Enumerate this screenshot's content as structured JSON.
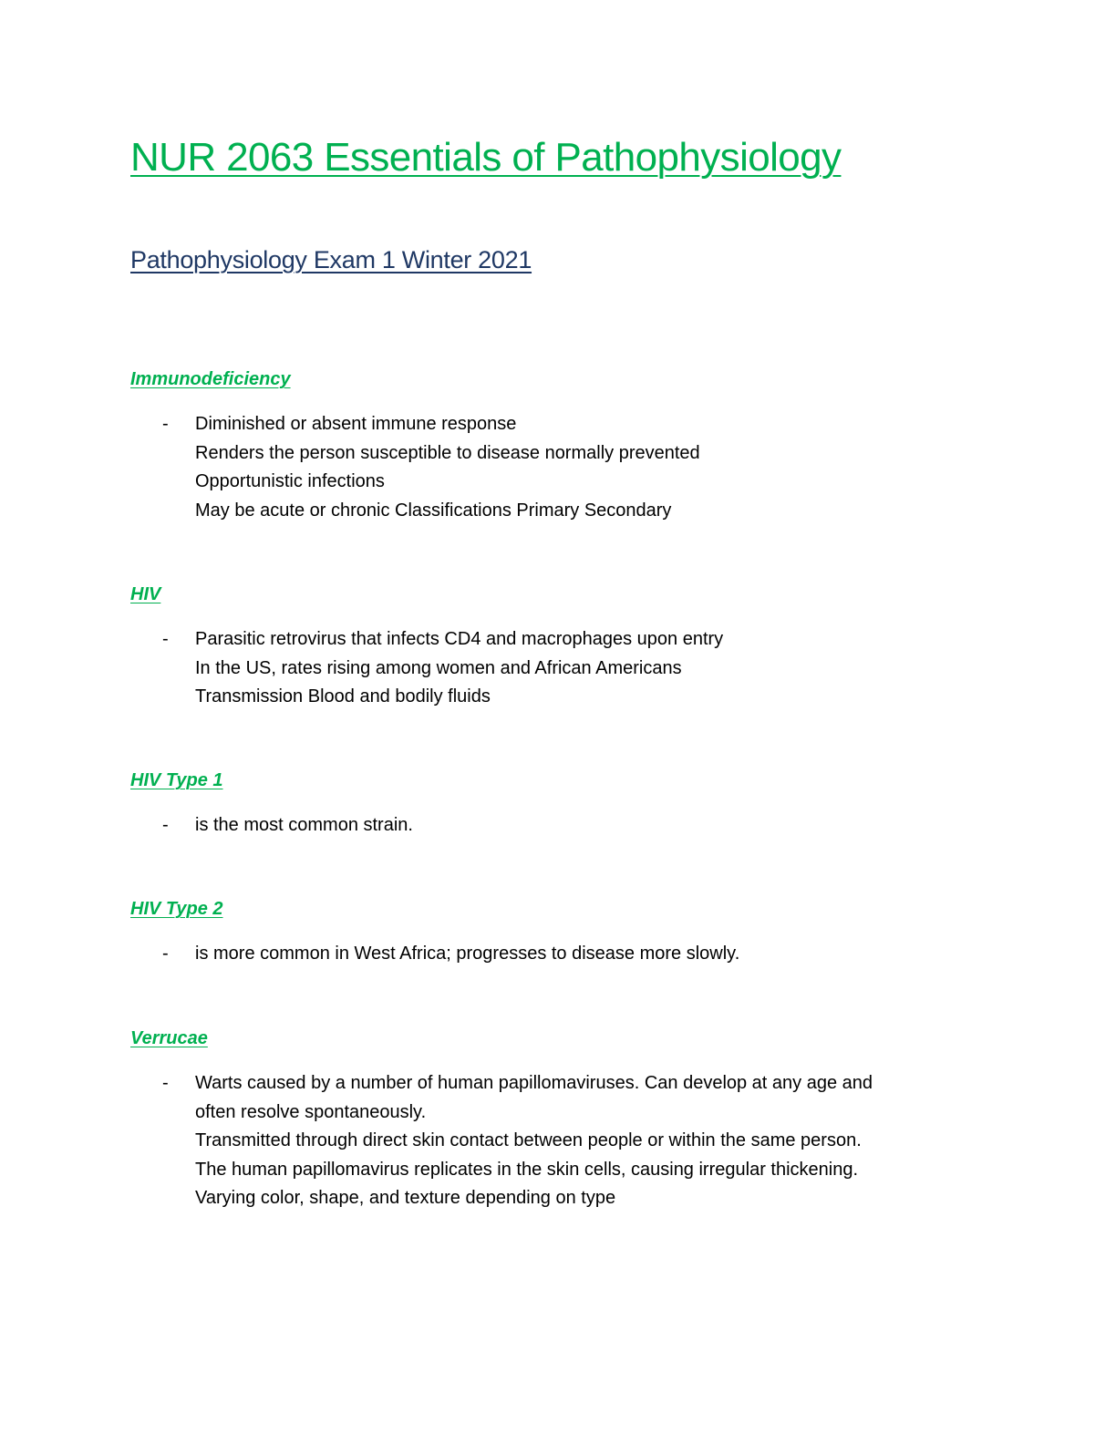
{
  "document": {
    "title": "NUR 2063 Essentials of Pathophysiology",
    "subtitle": "Pathophysiology Exam 1 Winter 2021",
    "colors": {
      "title": "#00b050",
      "subtitle": "#1f3864",
      "section_heading": "#00b050",
      "body_text": "#000000"
    },
    "sections": [
      {
        "heading": "Immunodeficiency",
        "bullet": "-",
        "lines": [
          "Diminished or absent immune response",
          "Renders the person susceptible to disease normally prevented",
          "Opportunistic infections",
          "May be acute or chronic Classifications Primary Secondary"
        ]
      },
      {
        "heading": "HIV",
        "bullet": "-",
        "lines": [
          "Parasitic retrovirus that infects CD4 and macrophages upon entry",
          "In the US, rates rising among women and African Americans",
          "Transmission Blood and bodily fluids"
        ]
      },
      {
        "heading": "HIV Type 1",
        "bullet": "-",
        "lines": [
          "is the most common strain."
        ]
      },
      {
        "heading": "HIV Type 2",
        "bullet": "-",
        "lines": [
          "is more common in West Africa; progresses to disease more slowly."
        ]
      },
      {
        "heading": "Verrucae",
        "bullet": "-",
        "lines": [
          "Warts caused by a number of human papillomaviruses. Can develop at any age and",
          "often resolve spontaneously.",
          "Transmitted through direct skin contact between people or within the same person.",
          "The human papillomavirus replicates in the skin cells, causing irregular thickening.",
          "Varying color, shape, and texture depending on type"
        ]
      }
    ]
  }
}
